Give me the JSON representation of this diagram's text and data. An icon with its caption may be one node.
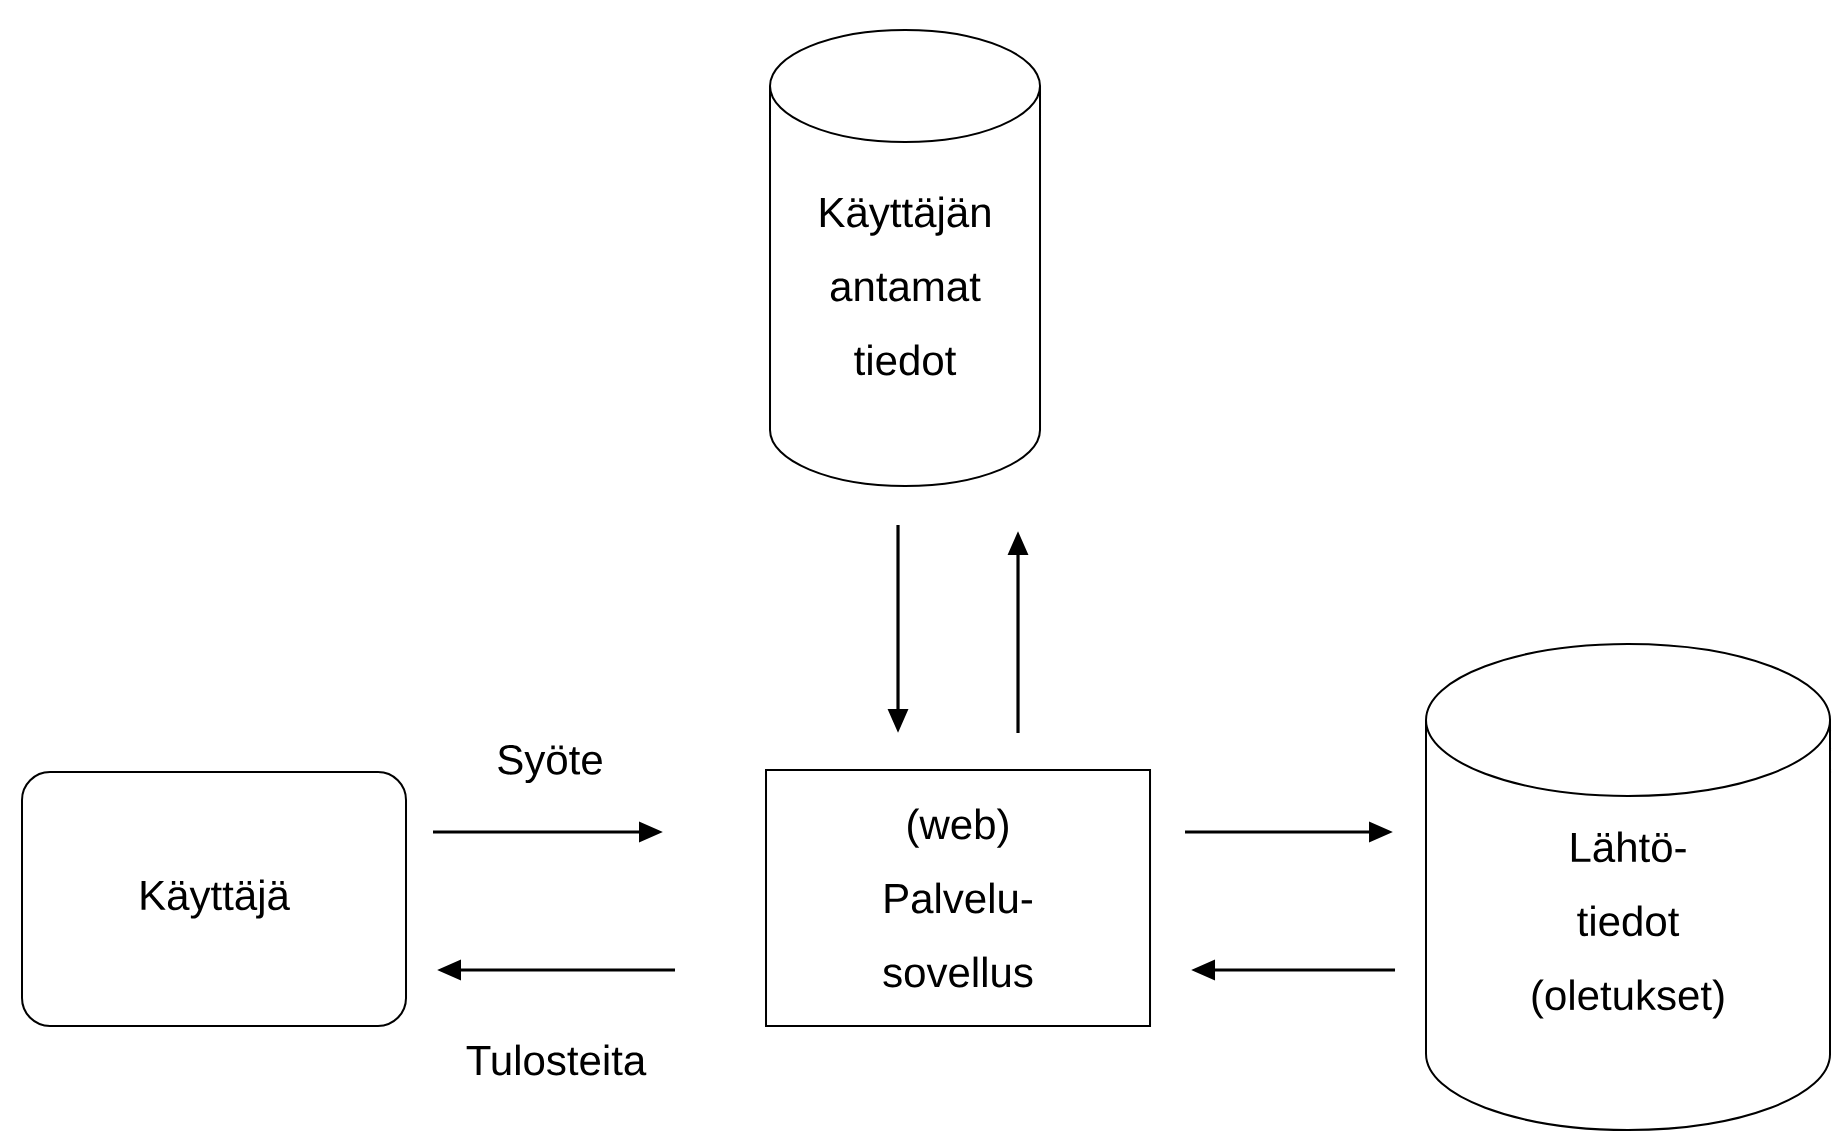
{
  "diagram": {
    "nodes": [
      {
        "text": [
          "Käyttäjän antamat tiedot"
        ]
      },
      {
        "text": [
          "Käyttäjä"
        ]
      },
      {
        "text": [
          "(web) Palvelu- sovellus"
        ]
      },
      {
        "text": [
          "Lähtö- tiedot (oletukset)"
        ]
      }
    ],
    "edges": [
      {
        "from": 0,
        "to": 2,
        "arrow": "to"
      },
      {
        "from": 2,
        "to": 0,
        "arrow": "to"
      },
      {
        "from": 1,
        "to": 2,
        "arrow": "to",
        "label": "Syöte"
      },
      {
        "from": 2,
        "to": 1,
        "arrow": "to",
        "label": "Tulosteita"
      },
      {
        "from": 2,
        "to": 3,
        "arrow": "to"
      },
      {
        "from": 3,
        "to": 2,
        "arrow": "to"
      }
    ]
  }
}
